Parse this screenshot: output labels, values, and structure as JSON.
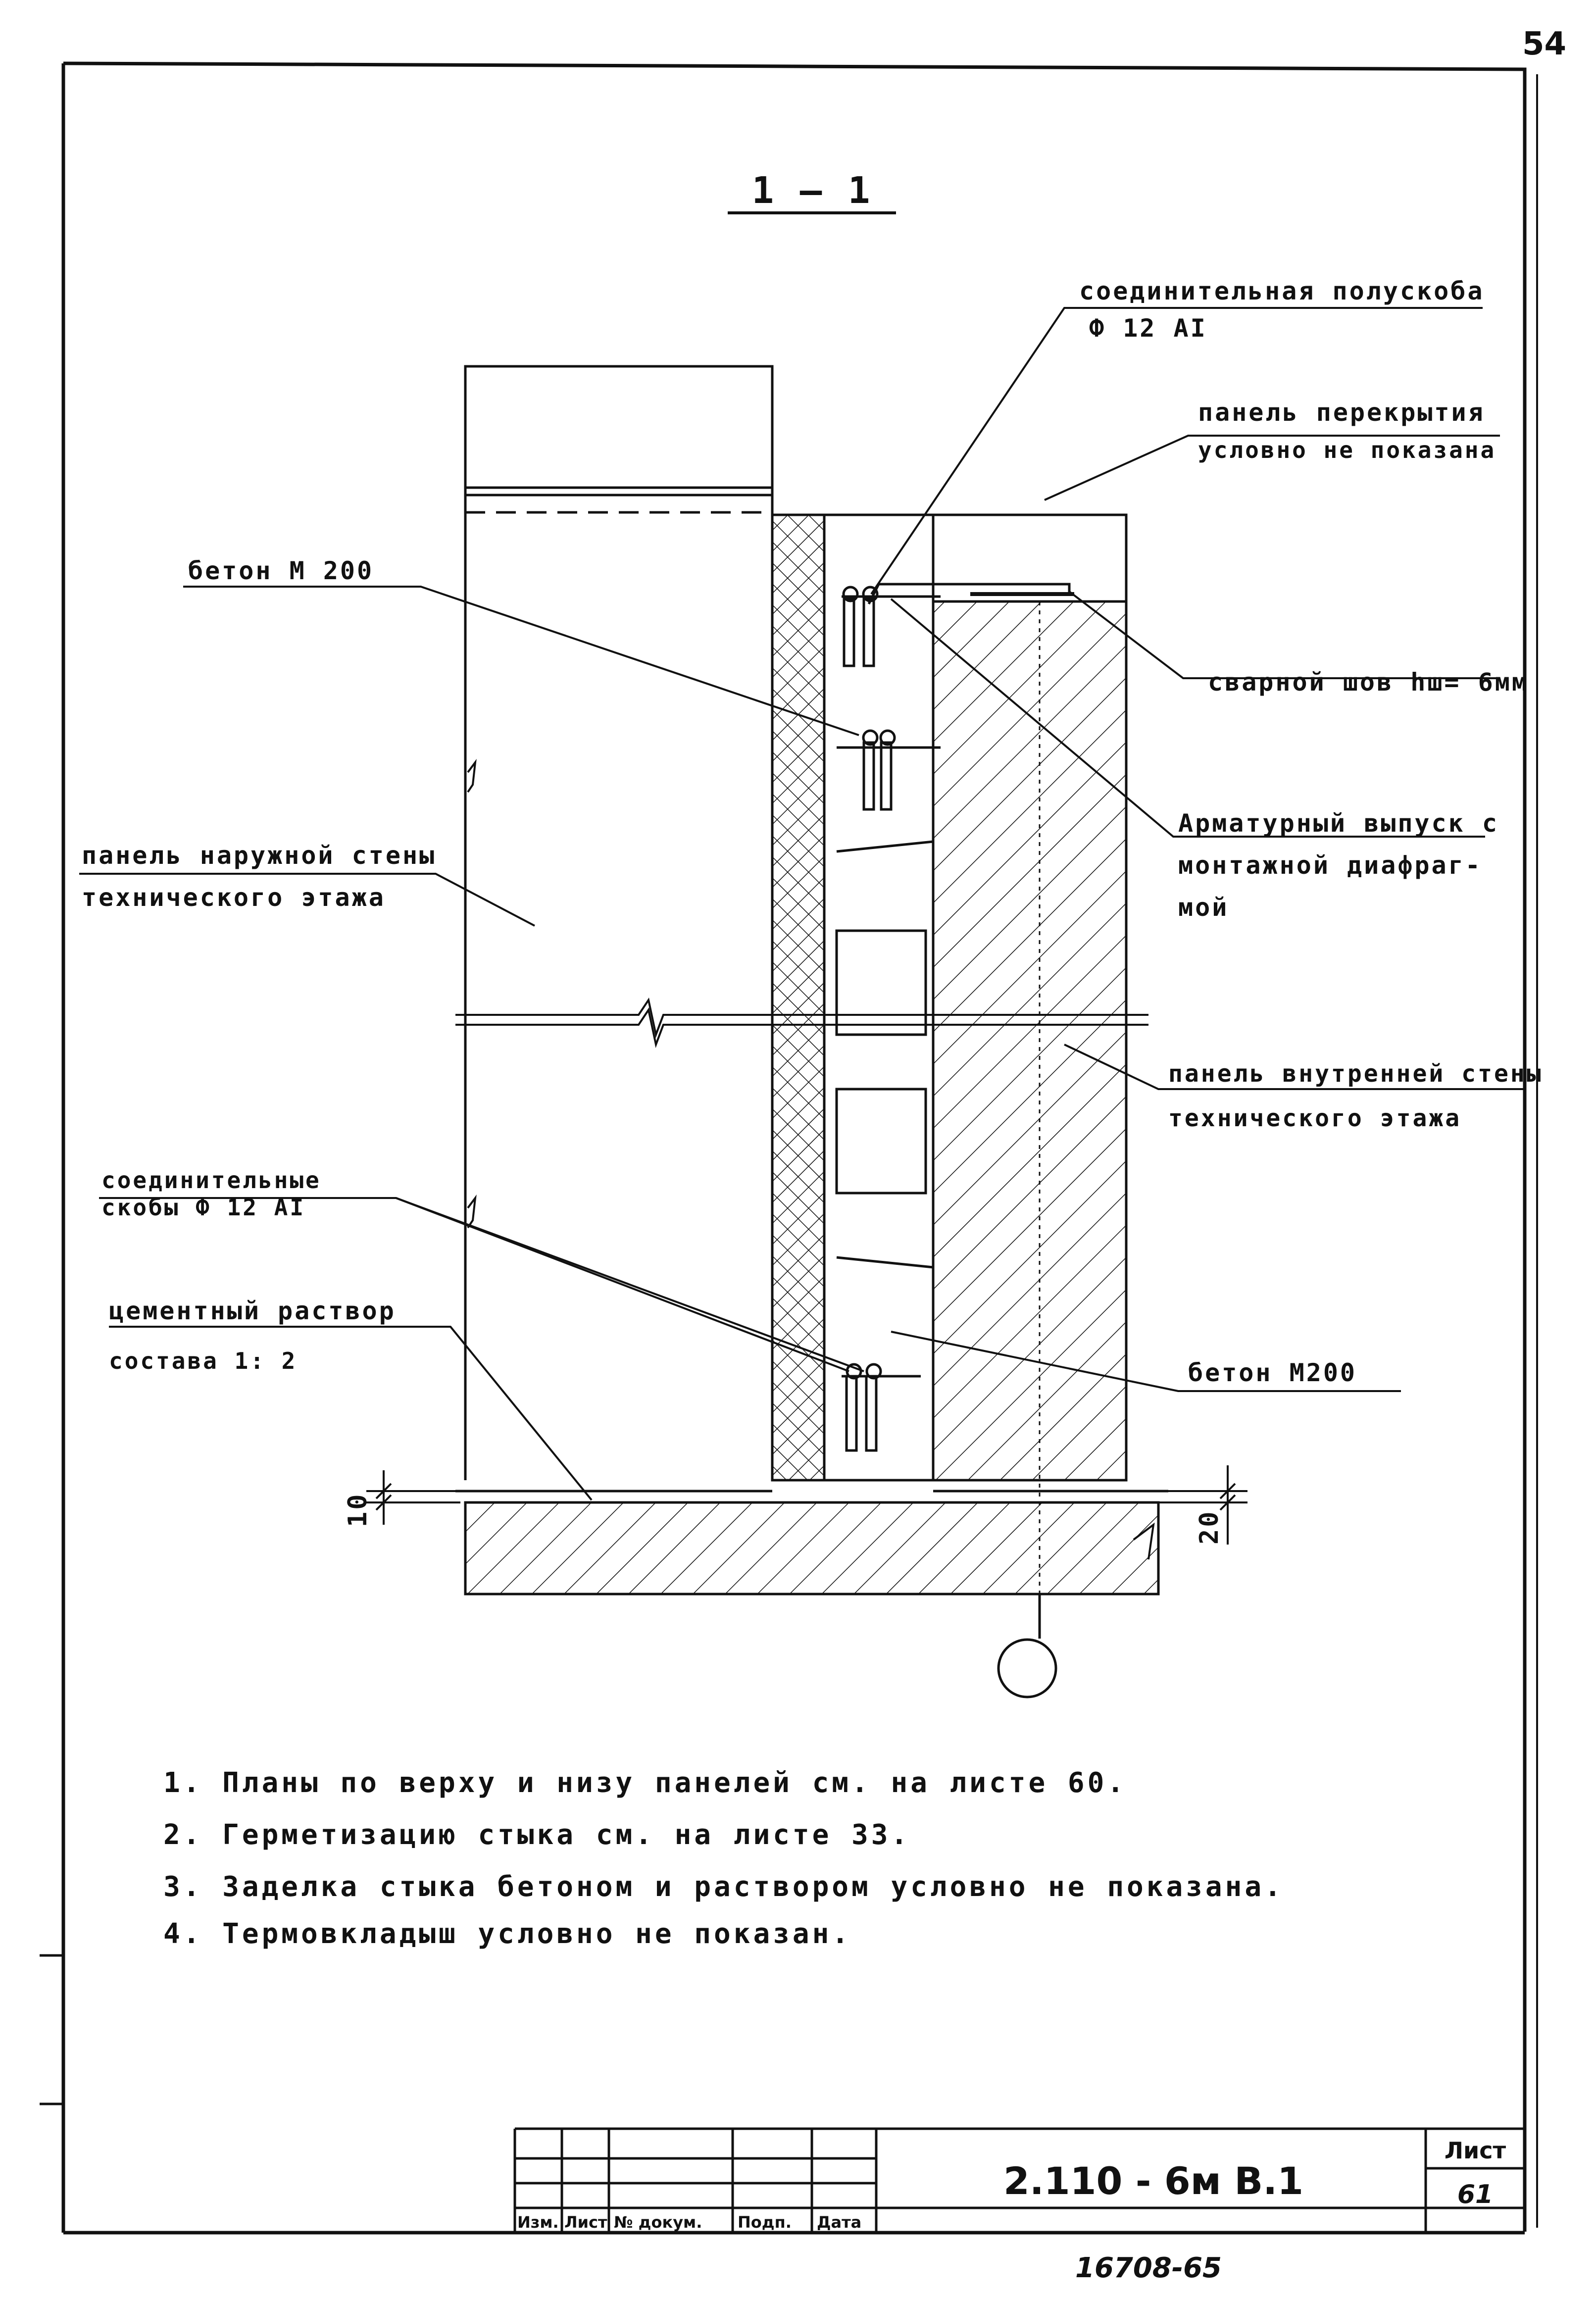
{
  "page_corner_mark": "54",
  "section_title": "1 — 1",
  "callouts": {
    "half_bracket_line1": "соединительная полускоба",
    "half_bracket_line2": "Ф 12 АI",
    "floor_panel_line1": "панель перекрытия",
    "floor_panel_line2": "условно не показана",
    "concrete_top": "бетон М 200",
    "weld_seam": "сварной шов hш= 6мм",
    "outer_wall_line1": "панель наружной стены",
    "outer_wall_line2": "технического этажа",
    "rebar_line1": "Арматурный выпуск с",
    "rebar_line2": "монтажной диафраг-",
    "rebar_line3": "мой",
    "inner_wall_line1": "панель внутренней стены",
    "inner_wall_line2": "технического этажа",
    "brackets_line1": "соединительные",
    "brackets_line2": "скобы   Ф 12 АI",
    "mortar_line1": "цементный раствор",
    "mortar_line2": "состава   1: 2",
    "concrete_bottom": "бетон М200"
  },
  "dimensions": {
    "left": "10",
    "right": "20"
  },
  "notes": [
    "1.  Планы  по  верху  и  низу  панелей  см.  на листе 60.",
    "2.  Герметизацию  стыка  см.  на листе 33.",
    "3.  Заделка  стыка  бетоном  и  раствором  условно  не показана.",
    "4.  Термовкладыш  условно  не  показан."
  ],
  "title_block": {
    "headers": [
      "Изм.",
      "Лист",
      "№ докум.",
      "Подп.",
      "Дата"
    ],
    "designation": "2.110 - 6м  В.1",
    "sheet_label": "Лист",
    "sheet_number": "61"
  },
  "bottom_stamp": "16708-65"
}
